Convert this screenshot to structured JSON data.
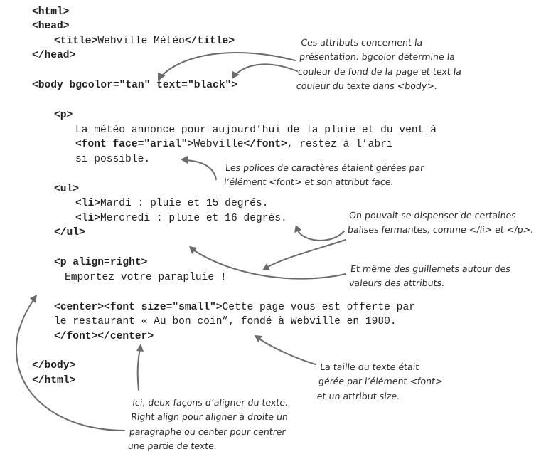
{
  "code_lines": [
    {
      "parts": [
        {
          "b": true,
          "t": "<html>"
        }
      ]
    },
    {
      "parts": [
        {
          "b": true,
          "t": "<head>"
        }
      ]
    },
    {
      "parts": [
        {
          "b": true,
          "t": "<title>"
        },
        {
          "b": false,
          "t": "Webville Météo"
        },
        {
          "b": true,
          "t": "</title>"
        }
      ]
    },
    {
      "parts": [
        {
          "b": true,
          "t": "</head>"
        }
      ]
    },
    {
      "parts": [
        {
          "b": true,
          "t": "<body bgcolor=\"tan\" text=\"black\">"
        }
      ]
    },
    {
      "parts": [
        {
          "b": true,
          "t": "<p>"
        }
      ]
    },
    {
      "parts": [
        {
          "b": false,
          "t": "La météo annonce pour aujourd’hui de la pluie et du vent à"
        }
      ]
    },
    {
      "parts": [
        {
          "b": true,
          "t": "<font face=\"arial\">"
        },
        {
          "b": false,
          "t": "Webville"
        },
        {
          "b": true,
          "t": "</font>"
        },
        {
          "b": false,
          "t": ", restez à l’abri"
        }
      ]
    },
    {
      "parts": [
        {
          "b": false,
          "t": "si possible."
        }
      ]
    },
    {
      "parts": [
        {
          "b": true,
          "t": "<ul>"
        }
      ]
    },
    {
      "parts": [
        {
          "b": true,
          "t": "<li>"
        },
        {
          "b": false,
          "t": "Mardi : pluie et 15 degrés."
        }
      ]
    },
    {
      "parts": [
        {
          "b": true,
          "t": "<li>"
        },
        {
          "b": false,
          "t": "Mercredi : pluie et 16 degrés."
        }
      ]
    },
    {
      "parts": [
        {
          "b": true,
          "t": "</ul>"
        }
      ]
    },
    {
      "parts": [
        {
          "b": true,
          "t": "<p align=right>"
        }
      ]
    },
    {
      "parts": [
        {
          "b": false,
          "t": "Emportez votre parapluie !"
        }
      ]
    },
    {
      "parts": [
        {
          "b": true,
          "t": "<center><font size=\"small\">"
        },
        {
          "b": false,
          "t": "Cette page vous est offerte par"
        }
      ]
    },
    {
      "parts": [
        {
          "b": false,
          "t": "le restaurant « Au bon coin”, fondé à Webville en 1980."
        }
      ]
    },
    {
      "parts": [
        {
          "b": true,
          "t": "</font></center>"
        }
      ]
    },
    {
      "parts": [
        {
          "b": true,
          "t": "</body>"
        }
      ]
    },
    {
      "parts": [
        {
          "b": true,
          "t": "</html>"
        }
      ]
    }
  ],
  "annotations": {
    "presentation": [
      "Ces attributs concernent la",
      "présentation. bgcolor détermine la",
      "couleur de fond de la page et text la",
      "couleur du texte dans <body>."
    ],
    "fonts": [
      "Les polices de caractères étaient gérées par",
      "l’élément <font> et son attribut face."
    ],
    "closing_tags": [
      "On pouvait se dispenser de certaines",
      "balises fermantes, comme </li> et </p>."
    ],
    "quotes": [
      "Et même des guillemets autour des",
      "valeurs des attributs."
    ],
    "size": [
      "La taille du texte était",
      "gérée par l’élément <font>",
      "et un attribut size."
    ],
    "align": [
      "Ici, deux façons d’aligner du texte.",
      "Right align pour aligner à droite un",
      "paragraphe ou center pour centrer",
      "une partie de texte."
    ]
  },
  "colors": {
    "code": "#1e1e1e",
    "annotation": "#2a2a2a",
    "arrow": "#6b6b6b"
  }
}
